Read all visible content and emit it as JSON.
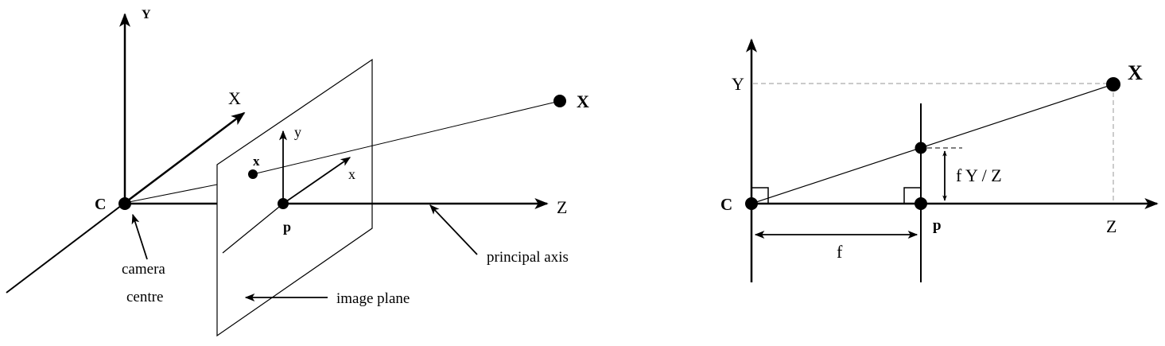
{
  "left_diagram": {
    "labels": {
      "axis_y": "Y",
      "axis_x": "X",
      "axis_z": "Z",
      "image_y": "y",
      "image_x": "x",
      "image_point": "x",
      "world_point": "X",
      "camera_centre_point": "C",
      "principal_point": "p",
      "camera_centre_line1": "camera",
      "camera_centre_line2": "centre",
      "image_plane": "image plane",
      "principal_axis": "principal axis"
    }
  },
  "right_diagram": {
    "labels": {
      "axis_y": "Y",
      "world_point": "X",
      "camera_centre_point": "C",
      "principal_point": "p",
      "axis_z": "Z",
      "focal_length": "f",
      "projected_height": "f Y / Z"
    }
  },
  "colors": {
    "ink": "#000000",
    "dashed": "#aaaaaa",
    "background": "#ffffff"
  }
}
